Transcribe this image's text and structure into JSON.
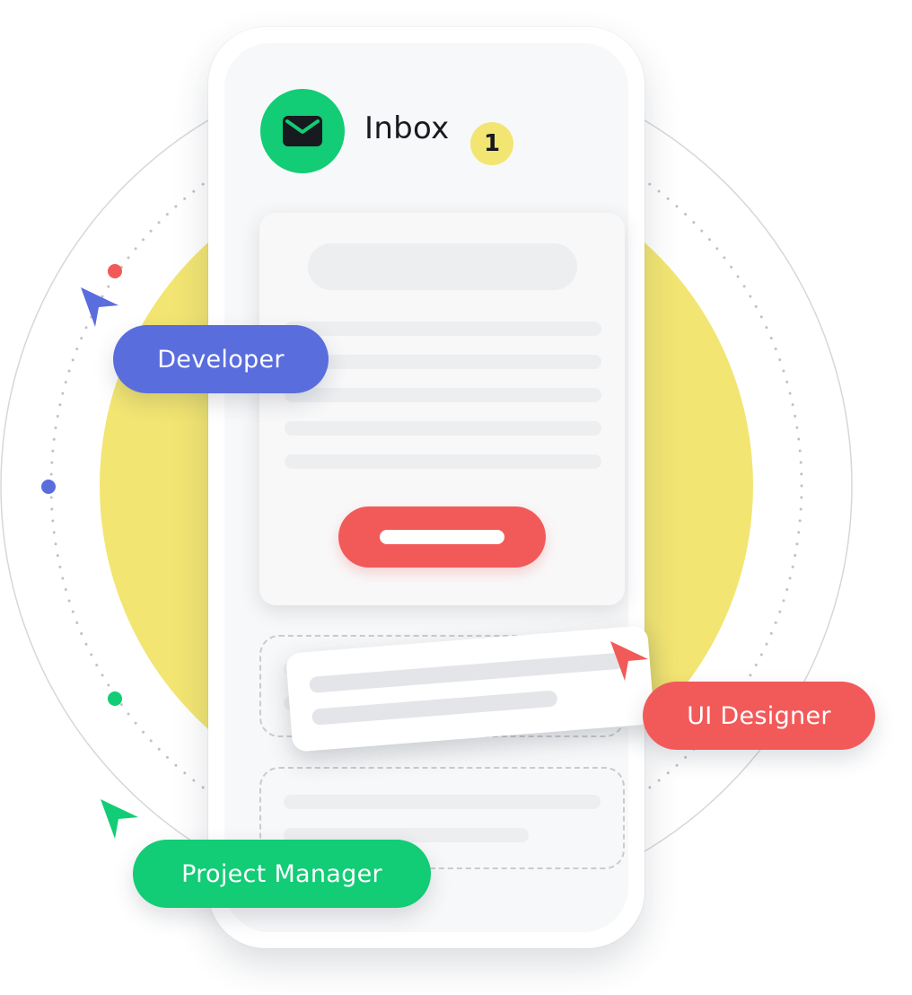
{
  "inbox": {
    "title": "Inbox",
    "unread_count": "1",
    "icon": "envelope-icon"
  },
  "roles": {
    "developer": "Developer",
    "ui_designer": "UI Designer",
    "project_manager": "Project Manager"
  },
  "colors": {
    "green": "#12cc76",
    "blue": "#5a6ddd",
    "red": "#f25a5a",
    "yellow": "#f2e572",
    "screen_background": "#f7f8f9",
    "placeholder_grey": "#eceef0"
  },
  "icons": {
    "developer_cursor": "cursor-arrow-icon",
    "designer_cursor": "cursor-arrow-icon",
    "manager_cursor": "cursor-arrow-icon"
  }
}
